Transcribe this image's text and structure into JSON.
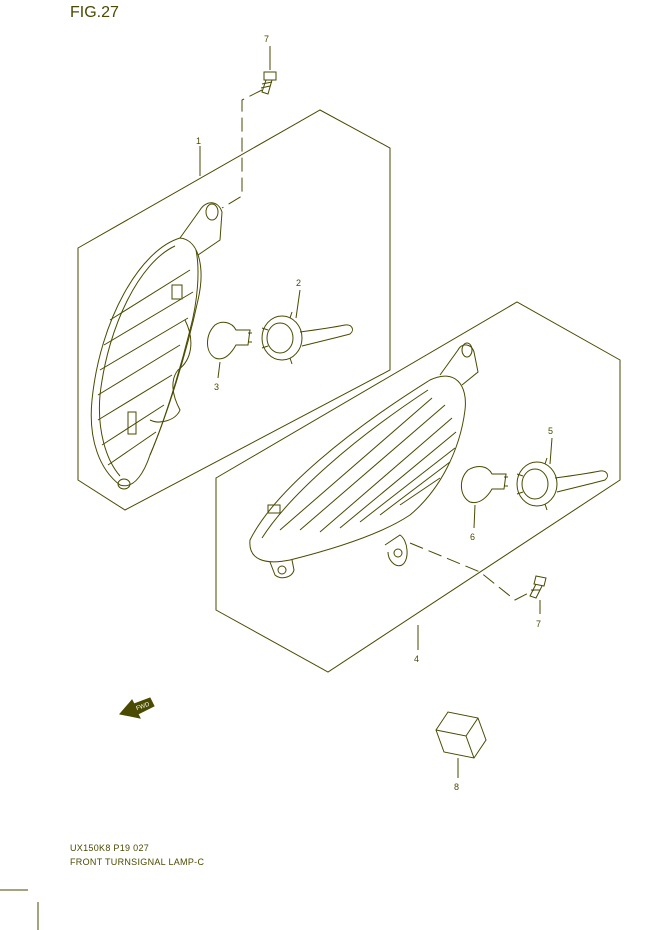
{
  "figure": {
    "label": "FIG.27"
  },
  "footer": {
    "code": "UX150K8 P19  027",
    "title": "FRONT TURNSIGNAL LAMP-C"
  },
  "callouts": [
    "1",
    "2",
    "3",
    "4",
    "5",
    "6",
    "7",
    "7",
    "8"
  ],
  "arrow": {
    "text": "FWD"
  },
  "colors": {
    "line": "#4a4a00",
    "background": "#ffffff"
  }
}
